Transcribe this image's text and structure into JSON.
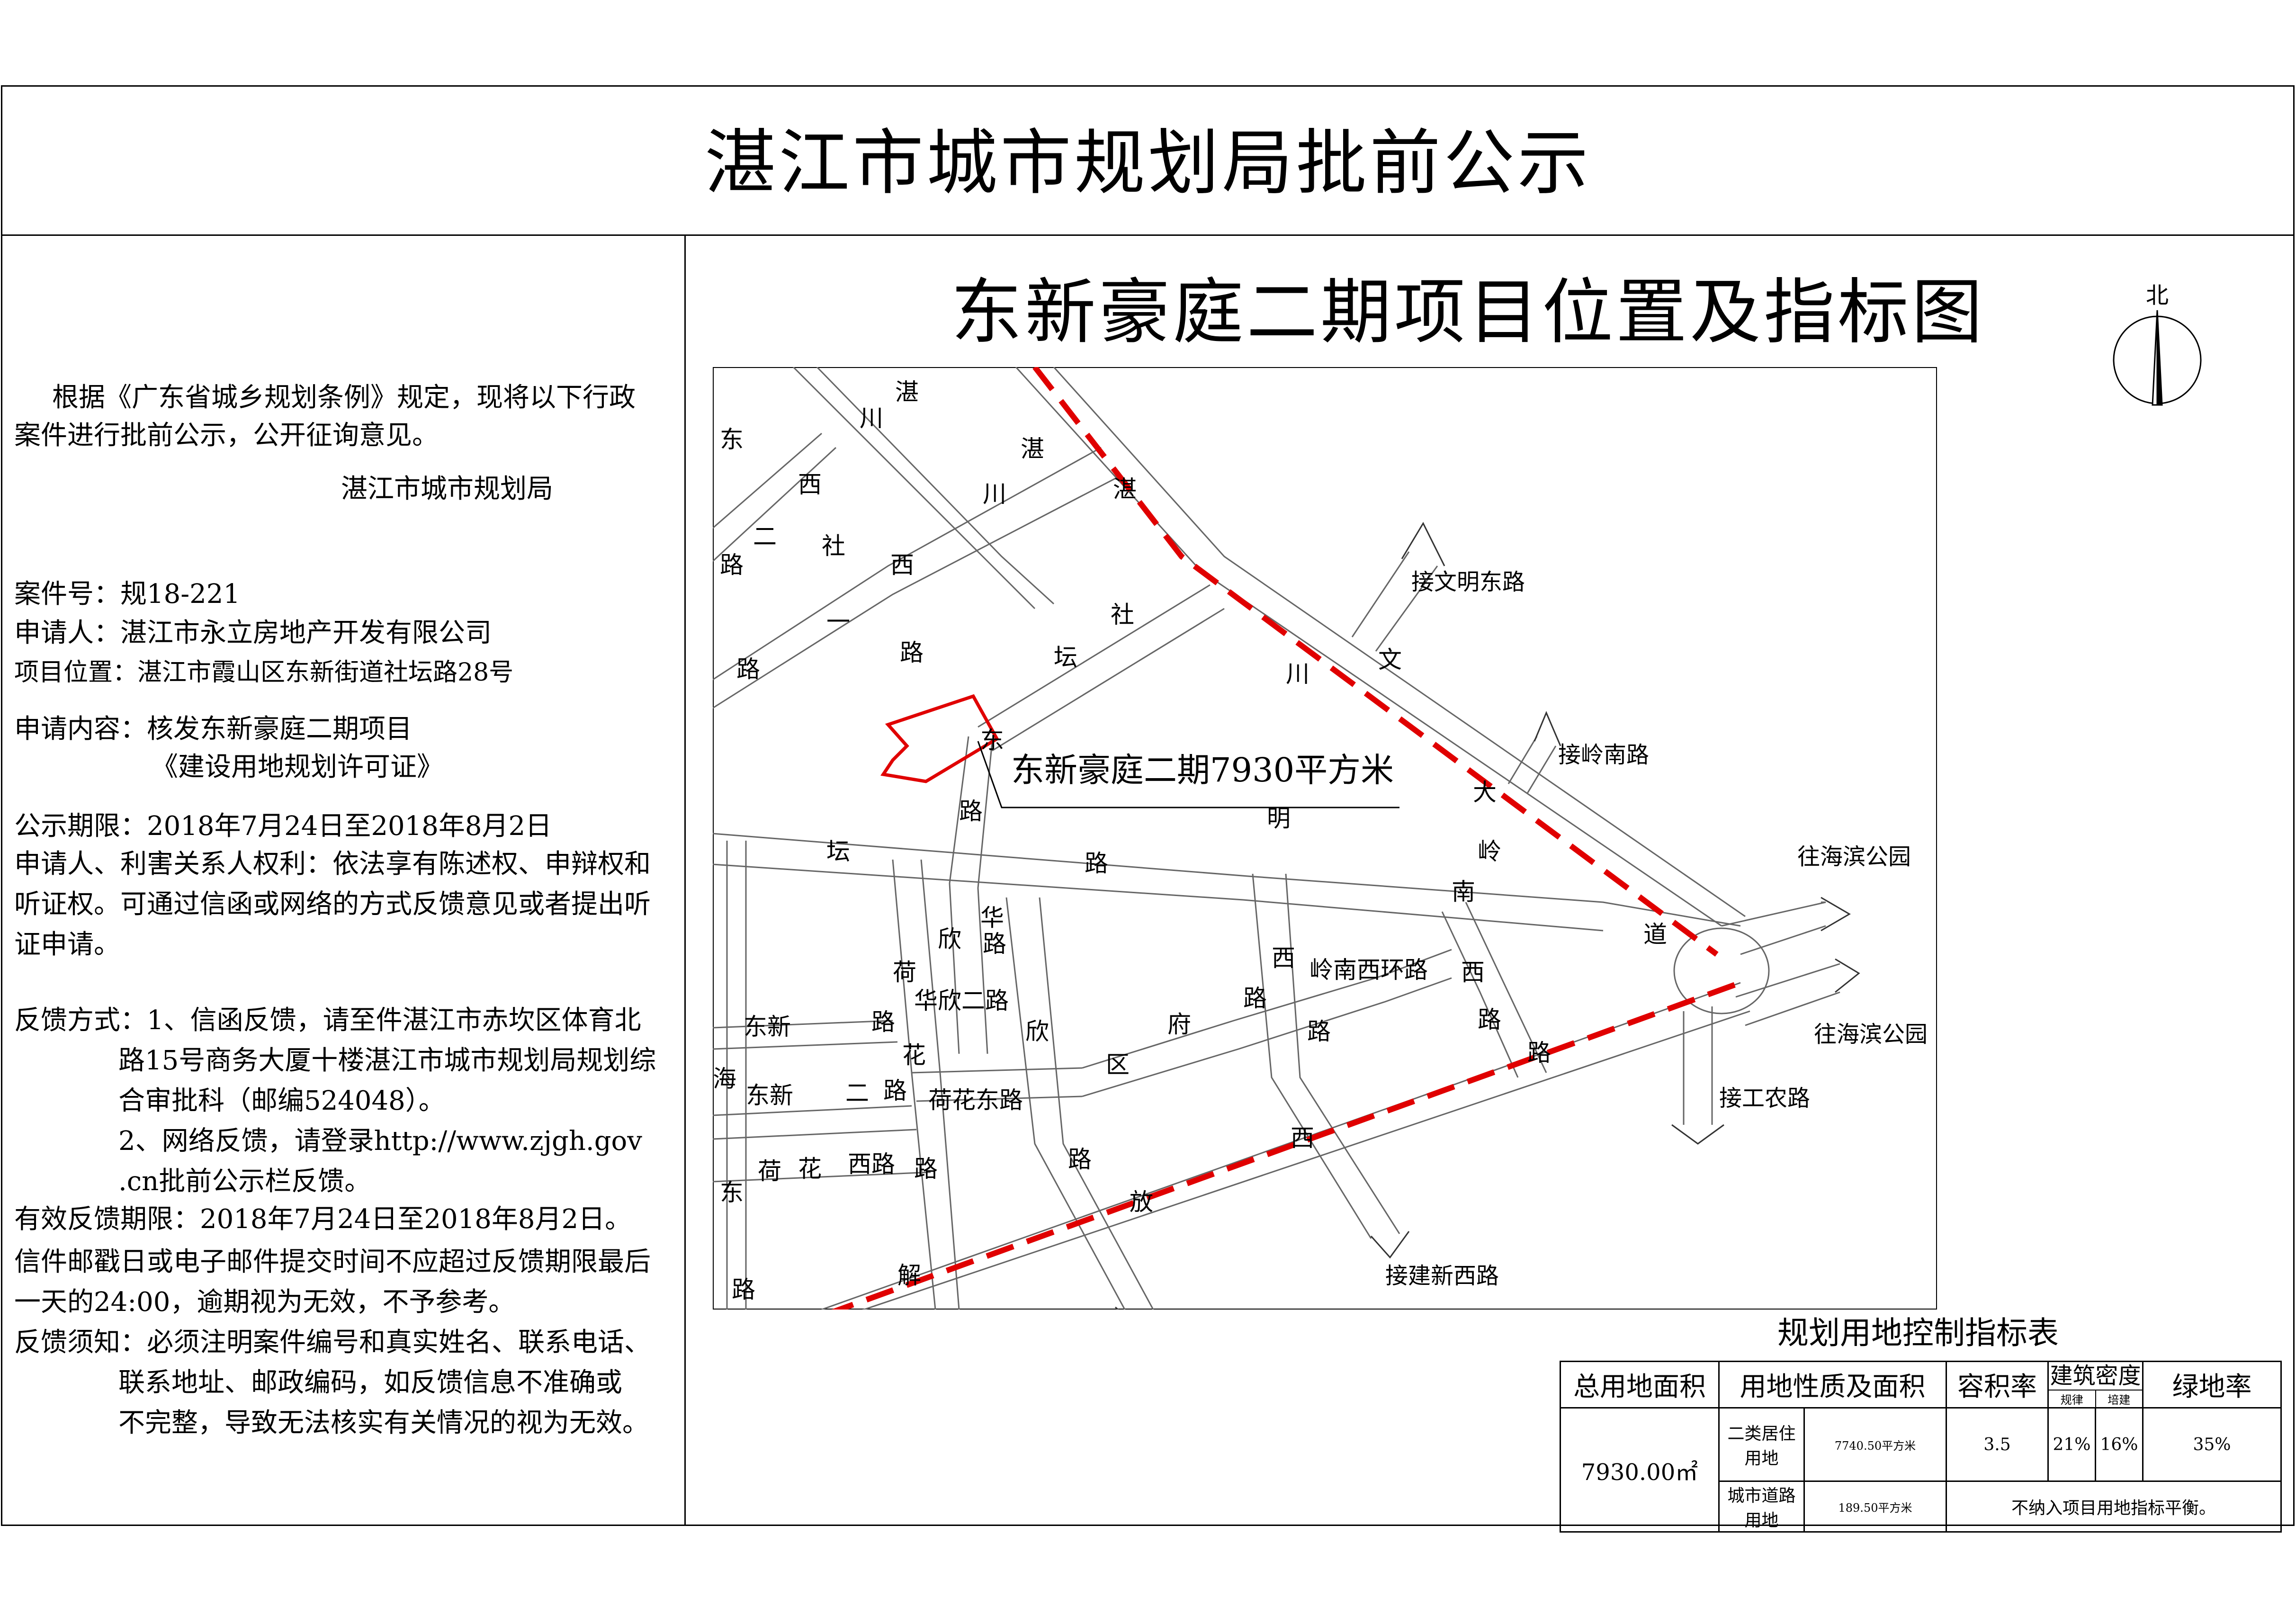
{
  "header": {
    "title": "湛江市城市规划局批前公示"
  },
  "map_title": "东新豪庭二期项目位置及指标图",
  "notice": {
    "intro": [
      "根据《广东省城乡规划条例》规定，现将以下行政",
      "案件进行批前公示，公开征询意见。"
    ],
    "issuer": "湛江市城市规划局",
    "case_no": "案件号：规18-221",
    "applicant": "申请人：湛江市永立房地产开发有限公司",
    "location": "项目位置：湛江市霞山区东新街道社坛路28号",
    "content": [
      "申请内容：核发东新豪庭二期项目",
      "《建设用地规划许可证》"
    ],
    "period": "公示期限：2018年7月24日至2018年8月2日",
    "rights": [
      "申请人、利害关系人权利：依法享有陈述权、申辩权和",
      "听证权。可通过信函或网络的方式反馈意见或者提出听",
      "证申请。"
    ],
    "feedback": [
      "反馈方式：1、信函反馈，请至件湛江市赤坎区体育北",
      "路15号商务大厦十楼湛江市城市规划局规划综",
      "合审批科（邮编524048）。",
      "2、网络反馈，请登录http://www.zjgh.gov",
      ".cn批前公示栏反馈。"
    ],
    "valid": "有效反馈期限：2018年7月24日至2018年8月2日。",
    "postmark": [
      "信件邮戳日或电子邮件提交时间不应超过反馈期限最后",
      "一天的24:00，逾期视为无效，不予参考。"
    ],
    "notes": [
      "反馈须知：必须注明案件编号和真实姓名、联系电话、",
      "联系地址、邮政编码，如反馈信息不准确或",
      "不完整，导致无法核实有关情况的视为无效。"
    ]
  },
  "compass": {
    "label": "北"
  },
  "map": {
    "site_label": "东新豪庭二期7930平方米",
    "connectors": [
      "接文明东路",
      "接岭南路",
      "往海滨公园",
      "往海滨公园",
      "接工农路",
      "接建新西路"
    ],
    "road_chars": [
      "湛",
      "川",
      "湛",
      "川",
      "湛",
      "西",
      "东",
      "二",
      "西",
      "路",
      "社",
      "西",
      "一",
      "路",
      "路",
      "坛",
      "社",
      "川",
      "文",
      "东",
      "路",
      "坛",
      "路",
      "明",
      "大",
      "岭",
      "南",
      "道",
      "华",
      "欣",
      "路",
      "荷",
      "华欣二路",
      "花",
      "东新",
      "路",
      "东新",
      "二",
      "路",
      "荷花东路",
      "欣",
      "区",
      "府",
      "路",
      "西",
      "岭南西环路",
      "西",
      "路",
      "路",
      "路",
      "海",
      "荷",
      "花",
      "西路",
      "东",
      "路",
      "路",
      "放",
      "西",
      "解",
      "路"
    ],
    "colors": {
      "site_boundary": "#e00000",
      "trunk_road_line": "#e00000",
      "road_edge": "#555555"
    }
  },
  "index_table": {
    "title": "规划用地控制指标表",
    "headers": {
      "total_area": "总用地面积",
      "nature": "用地性质及面积",
      "far": "容积率",
      "density": "建筑密度",
      "density_sub": [
        "规律",
        "培建"
      ],
      "green": "绿地率"
    },
    "total_area_value": "7930.00㎡",
    "rows": [
      {
        "type": "二类居住用地",
        "area": "7740.50平方米",
        "far": "3.5",
        "d1": "21%",
        "d2": "16%",
        "green": "35%"
      },
      {
        "type": "城市道路用地",
        "area": "189.50平方米",
        "note": "不纳入项目用地指标平衡。"
      }
    ]
  }
}
